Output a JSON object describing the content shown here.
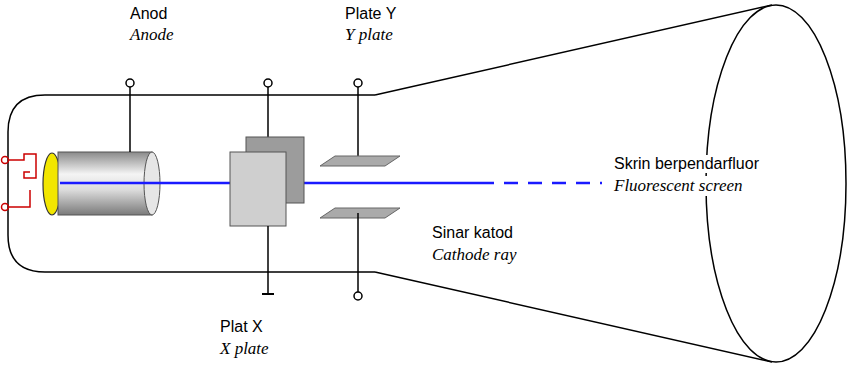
{
  "diagram": {
    "labels": [
      "Anod",
      "Anode",
      "Plate Y",
      "Y plate",
      "Skrin berpendarfluor",
      "Fluorescent screen",
      "Sinar katod",
      "Cathode ray",
      "Plat X",
      "X plate"
    ]
  }
}
